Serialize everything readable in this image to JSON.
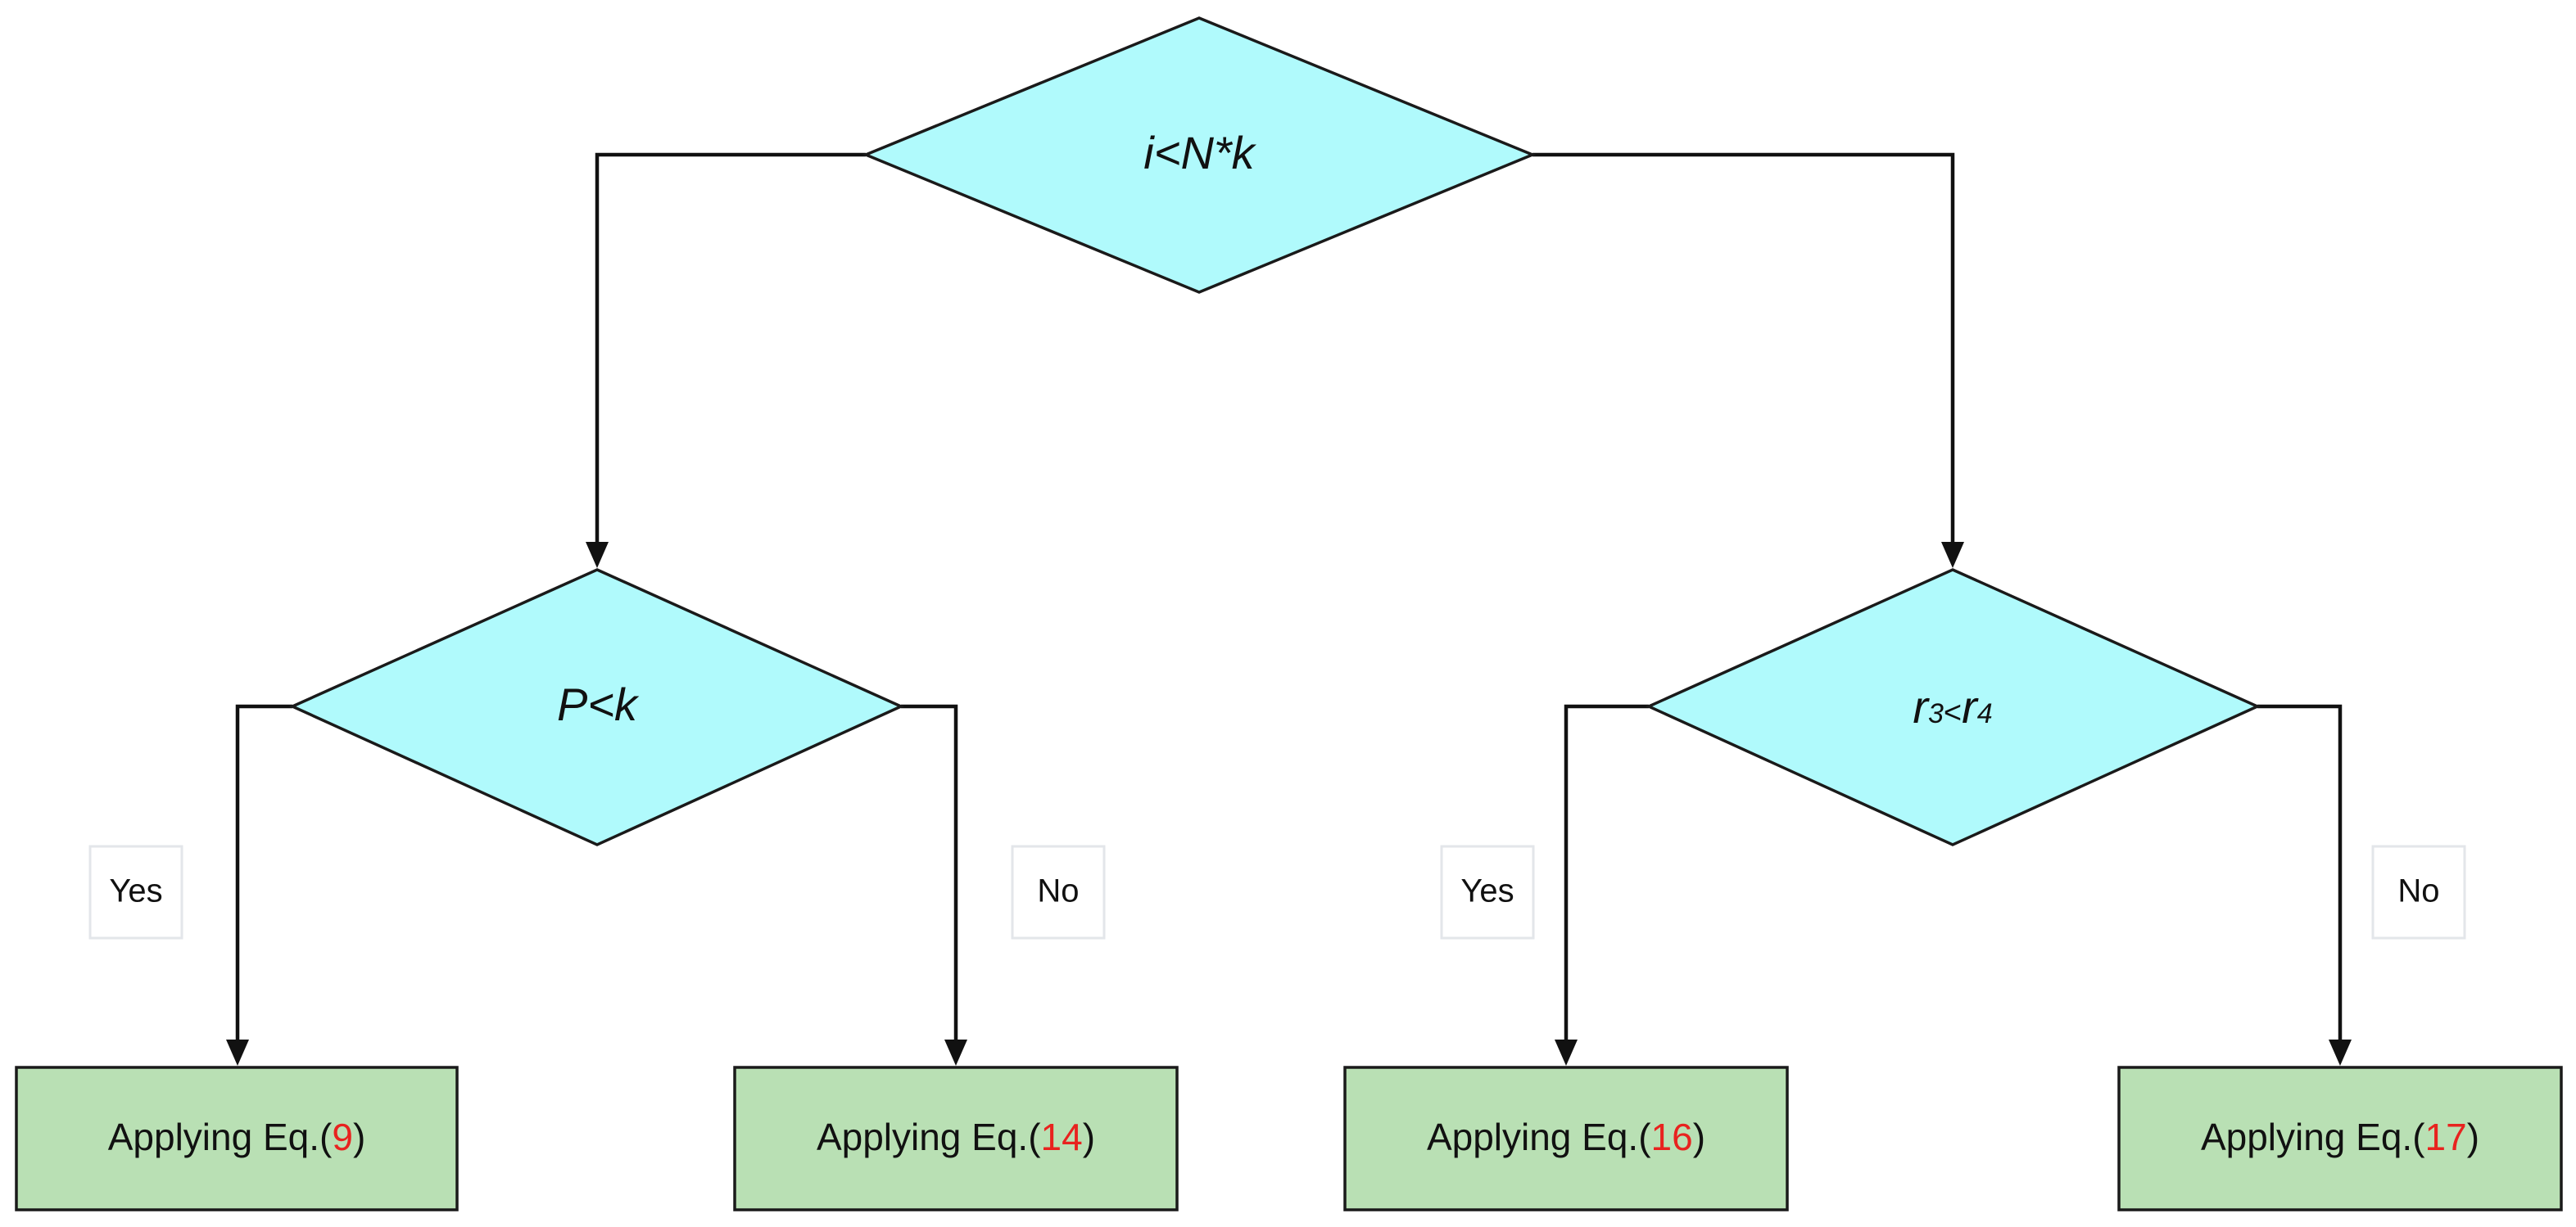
{
  "decisions": {
    "root": {
      "text": "i<N*k"
    },
    "left": {
      "text": "P<k"
    },
    "right": {
      "var_a": "r",
      "sub_a": "3",
      "op": "<",
      "var_b": "r",
      "sub_b": "4"
    }
  },
  "edge_labels": {
    "left_yes": "Yes",
    "left_no": "No",
    "right_yes": "Yes",
    "right_no": "No"
  },
  "processes": [
    {
      "prefix": "Applying Eq.(",
      "ref": "9",
      "suffix": ")"
    },
    {
      "prefix": "Applying Eq.(",
      "ref": "14",
      "suffix": ")"
    },
    {
      "prefix": "Applying Eq.(",
      "ref": "16",
      "suffix": ")"
    },
    {
      "prefix": "Applying Eq.(",
      "ref": "17",
      "suffix": ")"
    }
  ],
  "colors": {
    "decision_fill": "#b0fafc",
    "process_fill": "#b9e0b4",
    "equation_ref": "#e8231f",
    "line": "#111111"
  }
}
